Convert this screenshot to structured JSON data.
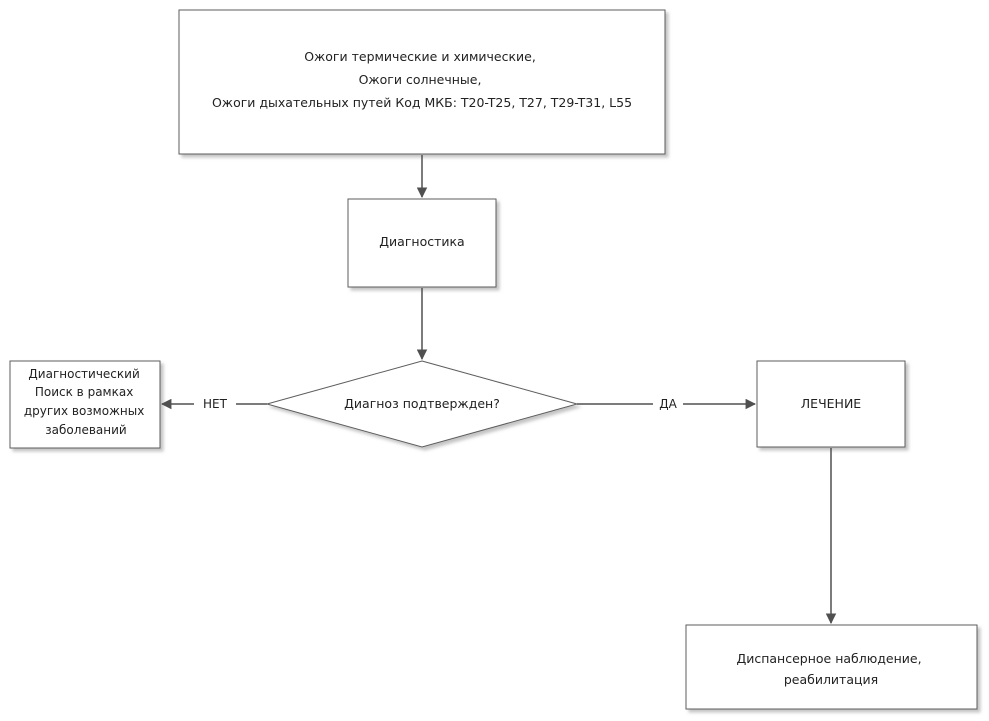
{
  "nodes": {
    "start": {
      "lines": [
        "Ожоги термические и химические,",
        "Ожоги солнечные,",
        "Ожоги дыхательных путей Код МКБ: T20-T25, T27, T29-T31, L55"
      ]
    },
    "diagnostics": {
      "lines": [
        "Диагностика"
      ]
    },
    "decision": {
      "lines": [
        "Диагноз подтвержден?"
      ]
    },
    "search": {
      "lines": [
        "Диагностический",
        "Поиск в рамках",
        "других возможных",
        "заболеваний"
      ]
    },
    "treatment": {
      "lines": [
        "ЛЕЧЕНИЕ"
      ]
    },
    "followup": {
      "lines": [
        "Диспансерное наблюдение,",
        "реабилитация"
      ]
    }
  },
  "edges": {
    "no_label": "НЕТ",
    "yes_label": "ДА"
  },
  "colors": {
    "stroke": "#5c5c5c",
    "shadow": "#c8c8c8",
    "text": "#222222"
  }
}
